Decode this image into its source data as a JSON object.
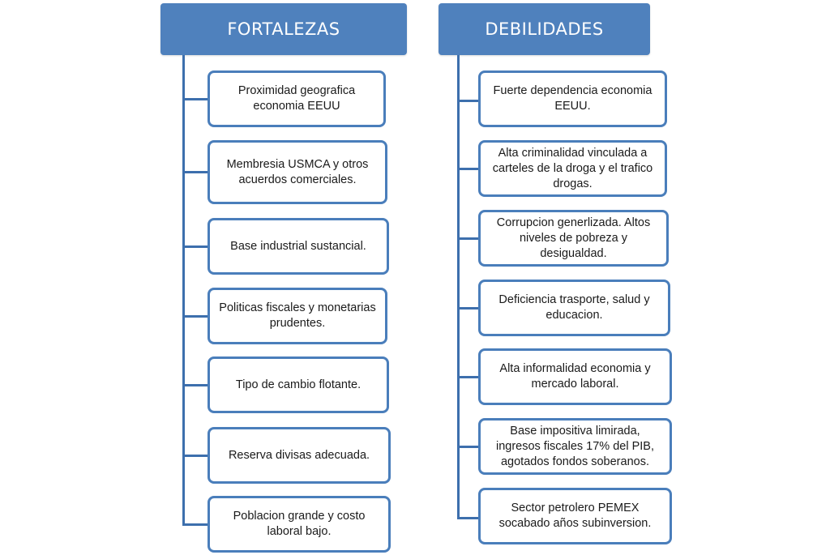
{
  "colors": {
    "header_fill": "#4f81bd",
    "box_border": "#4a7ebb",
    "connector": "#3d6fad",
    "text": "#1a1a1a"
  },
  "fortalezas": {
    "title": "FORTALEZAS",
    "items": [
      {
        "line1": "Proximidad geografica",
        "line2": "economia EEUU",
        "line3": ""
      },
      {
        "line1": "Membresia USMCA y otros",
        "line2": "acuerdos comerciales.",
        "line3": ""
      },
      {
        "line1": "Base industrial sustancial.",
        "line2": "",
        "line3": ""
      },
      {
        "line1": "Politicas fiscales y monetarias",
        "line2": "prudentes.",
        "line3": ""
      },
      {
        "line1": "Tipo de cambio flotante.",
        "line2": "",
        "line3": ""
      },
      {
        "line1": "Reserva divisas adecuada.",
        "line2": "",
        "line3": ""
      },
      {
        "line1": "Poblacion grande y costo",
        "line2": "laboral bajo.",
        "line3": ""
      }
    ]
  },
  "debilidades": {
    "title": "DEBILIDADES",
    "items": [
      {
        "line1": "Fuerte dependencia economia",
        "line2": "EEUU.",
        "line3": ""
      },
      {
        "line1": "Alta criminalidad vinculada  a",
        "line2": "carteles de la droga y el trafico",
        "line3": "drogas."
      },
      {
        "line1": "Corrupcion generlizada. Altos",
        "line2": "niveles de pobreza y",
        "line3": "desigualdad."
      },
      {
        "line1": "Deficiencia trasporte, salud y",
        "line2": "educacion.",
        "line3": ""
      },
      {
        "line1": "Alta informalidad economia y",
        "line2": "mercado laboral.",
        "line3": ""
      },
      {
        "line1": "Base impositiva limirada,",
        "line2": "ingresos fiscales 17% del PIB,",
        "line3": "agotados fondos soberanos."
      },
      {
        "line1": "Sector petrolero PEMEX",
        "line2": "socabado años subinversion.",
        "line3": ""
      }
    ]
  }
}
